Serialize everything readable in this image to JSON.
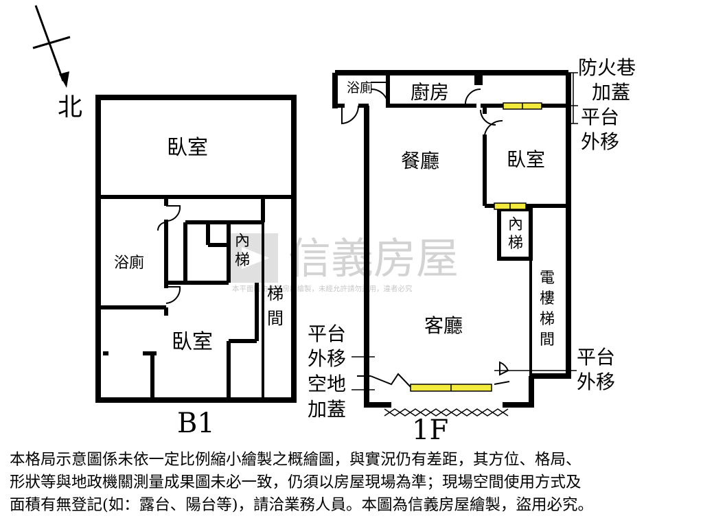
{
  "compass": {
    "north_label": "北"
  },
  "b1": {
    "floor_label": "B1",
    "rooms": {
      "bedroom_top": "臥室",
      "bathroom": "浴廁",
      "bedroom_bottom": "臥室",
      "inner_stair_1": "內",
      "inner_stair_2": "梯",
      "stairwell_1": "梯",
      "stairwell_2": "間"
    }
  },
  "f1": {
    "floor_label": "1F",
    "rooms": {
      "bathroom": "浴廁",
      "kitchen": "廚房",
      "dining": "餐廳",
      "bedroom": "臥室",
      "living": "客廳",
      "inner_stair_1": "內",
      "inner_stair_2": "梯",
      "elevator_stair": [
        "電",
        "樓",
        "梯",
        "間"
      ]
    },
    "annotations": {
      "fire_lane_1": "防火巷",
      "fire_lane_2": "加蓋",
      "platform_top_1": "平台",
      "platform_top_2": "外移",
      "platform_left_1": "平台",
      "platform_left_2": "外移",
      "empty_land_1": "空地",
      "empty_land_2": "加蓋",
      "platform_right_1": "平台",
      "platform_right_2": "外移"
    }
  },
  "watermark": {
    "brand": "信義房屋",
    "notice": "本平面圖由信義房屋繪製，未經允許請勿盜用，違者必究"
  },
  "disclaimer": [
    "本格局示意圖係未依一定比例縮小繪製之概繪圖，與實況仍有差距，其方位、格局、",
    "形狀等與地政機關測量成果圖未必一致，仍須以房屋現場為準；現場空間使用方式及",
    "面積有無登記(如：露台、陽台等)，請洽業務人員。本圖為信義房屋繪製，盜用必究。"
  ],
  "colors": {
    "wall": "#000000",
    "window_fill": "#f2ea3c",
    "watermark": "#bdbdbd"
  }
}
